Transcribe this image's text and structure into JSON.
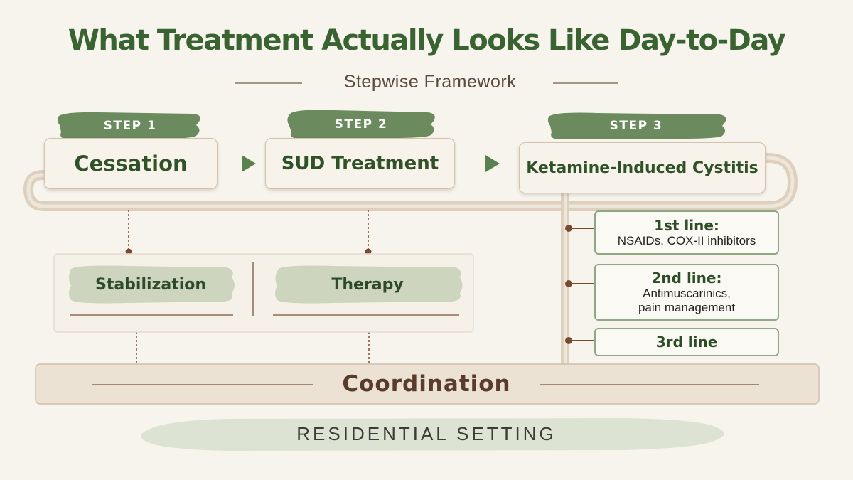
{
  "title": "What Treatment Actually Looks Like Day-to-Day",
  "subtitle": "Stepwise Framework",
  "steps": [
    {
      "label": "STEP 1",
      "name": "Cessation"
    },
    {
      "label": "STEP 2",
      "name": "SUD Treatment"
    },
    {
      "label": "STEP 3",
      "name": "Ketamine-Induced Cystitis"
    }
  ],
  "supports": [
    "Stabilization",
    "Therapy"
  ],
  "treatment_lines": [
    {
      "heading": "1st line:",
      "detail": "NSAIDs, COX-II inhibitors"
    },
    {
      "heading": "2nd line:",
      "detail_lines": [
        "Antimuscarinics,",
        "pain management"
      ]
    },
    {
      "heading": "3rd line"
    }
  ],
  "coordination": "Coordination",
  "setting": "RESIDENTIAL SETTING",
  "colors": {
    "accent_green": "#6b8a5e",
    "title_green": "#3a6332",
    "connector_tan": "#d8c9b6",
    "dot_brown": "#7a4a30",
    "background": "#f7f4ee"
  }
}
